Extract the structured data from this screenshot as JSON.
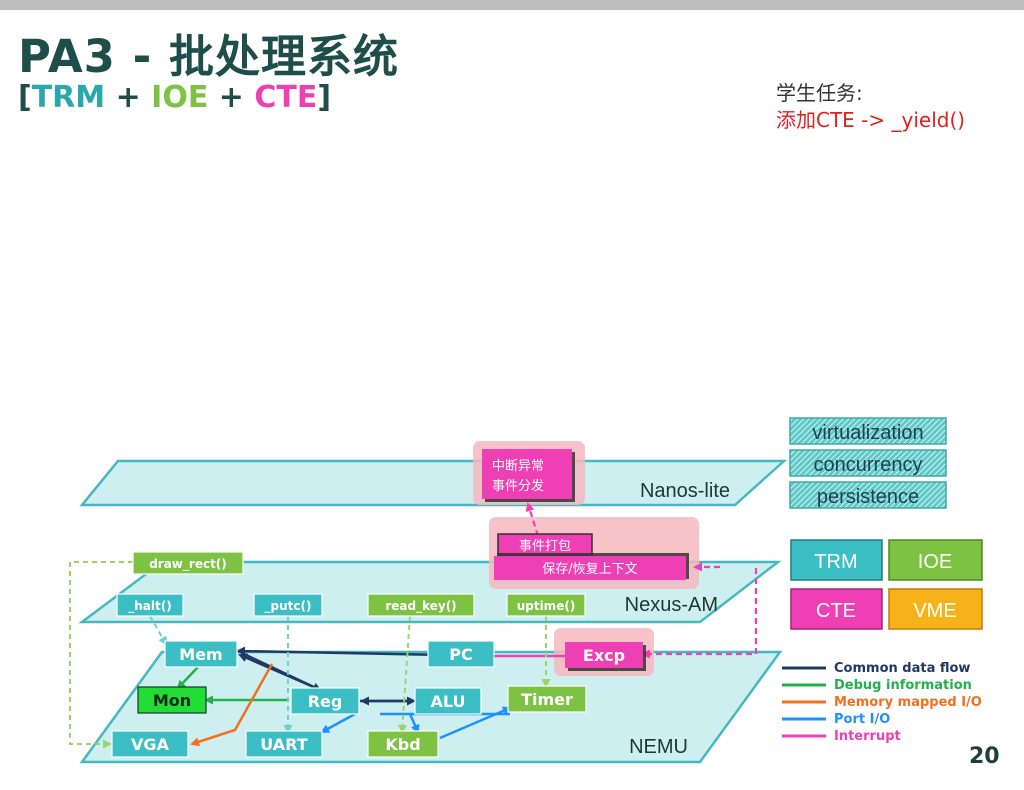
{
  "header": {
    "title": "PA3 - 批处理系统",
    "bracket_open": "[",
    "trm": "TRM",
    "plus1": " + ",
    "ioe": "IOE",
    "plus2": " + ",
    "cte": "CTE",
    "bracket_close": "]"
  },
  "task": {
    "heading": "学生任务:",
    "item": "添加CTE -> _yield()"
  },
  "layers": {
    "nanos": "Nanos-lite",
    "nexus": "Nexus-AM",
    "nemu": "NEMU"
  },
  "nodes": {
    "dispatch_line1": "中断异常",
    "dispatch_line2": "事件分发",
    "pack": "事件打包",
    "save_restore": "保存/恢复上下文",
    "draw_rect": "draw_rect()",
    "halt": "_halt()",
    "putc": "_putc()",
    "read_key": "read_key()",
    "uptime": "uptime()",
    "mem": "Mem",
    "pc": "PC",
    "excp": "Excp",
    "mon": "Mon",
    "reg": "Reg",
    "alu": "ALU",
    "timer": "Timer",
    "vga": "VGA",
    "uart": "UART",
    "kbd": "Kbd"
  },
  "categories": {
    "virtualization": "virtualization",
    "concurrency": "concurrency",
    "persistence": "persistence"
  },
  "modules": {
    "trm": "TRM",
    "ioe": "IOE",
    "cte": "CTE",
    "vme": "VME"
  },
  "legend": [
    {
      "label": "Common data flow",
      "color": "#1f3864"
    },
    {
      "label": "Debug information",
      "color": "#22b14c"
    },
    {
      "label": "Memory mapped I/O",
      "color": "#f07020"
    },
    {
      "label": "Port I/O",
      "color": "#1e90ff"
    },
    {
      "label": "Interrupt",
      "color": "#ee3fb4"
    }
  ],
  "colors": {
    "teal_node": "#3bbfc4",
    "green_node": "#7dc242",
    "pink_node": "#ee3fb4",
    "orange_node": "#f7b21a",
    "bright_green_node": "#22dd33"
  },
  "page_number": "20"
}
